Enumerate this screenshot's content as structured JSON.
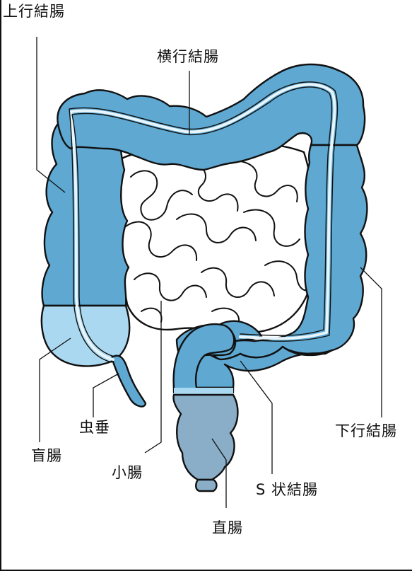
{
  "labels": {
    "ascending_colon": "上行結腸",
    "transverse_colon": "横行結腸",
    "descending_colon": "下行結腸",
    "appendix": "虫垂",
    "cecum": "盲腸",
    "small_intestine": "小腸",
    "sigmoid_colon": "S 状結腸",
    "rectum": "直腸"
  },
  "colors": {
    "colon": "#5ea8d2",
    "cecum": "#a9d8f0",
    "rectum": "#8aaec8",
    "outline": "#111111",
    "small_intestine": "#ffffff",
    "band": "#e8f5fb"
  }
}
